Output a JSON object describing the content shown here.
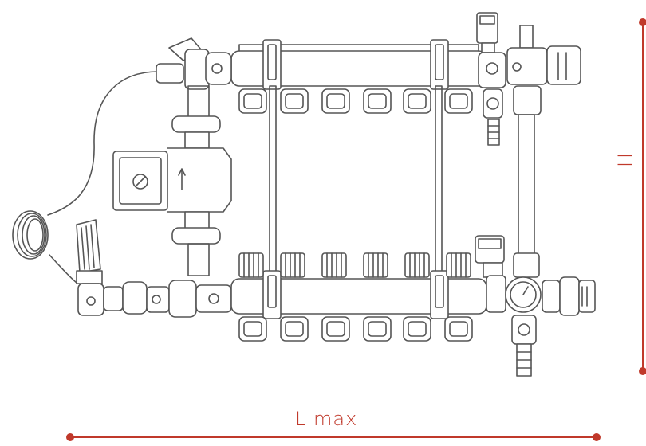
{
  "dimensions": {
    "length_label": "L max",
    "height_label": "H",
    "dimension_color": "#c0392b"
  },
  "drawing": {
    "line_color": "#555555",
    "fill_color": "#ffffff",
    "upper_outlets": 6,
    "lower_outlets": 6,
    "components": [
      "upper-manifold-bar",
      "lower-manifold-bar",
      "circulation-pump",
      "thermostatic-mixing-valve",
      "capillary-sensor",
      "air-vent",
      "drain-valve",
      "thermometer",
      "mounting-brackets"
    ]
  }
}
